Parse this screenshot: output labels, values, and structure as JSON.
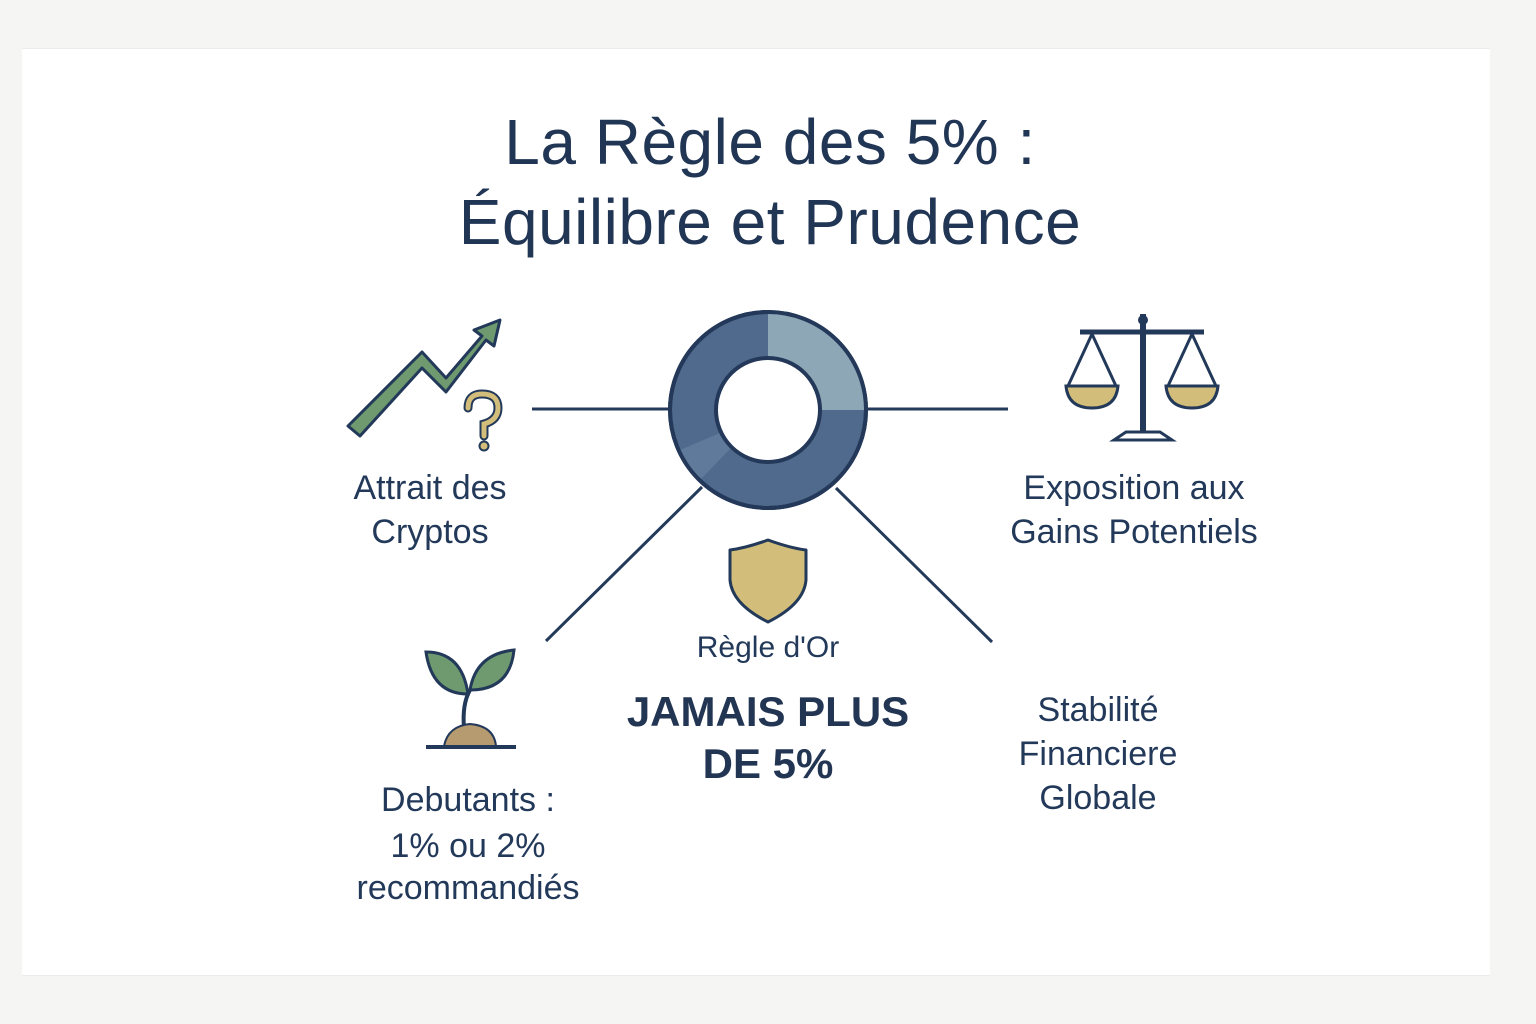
{
  "title": {
    "line1": "La Règle des 5% :",
    "line2": "Équilibre et Prudence"
  },
  "nodes": {
    "attrait": {
      "line1": "Attrait des",
      "line2": "Cryptos",
      "icon": "growth-arrow-question-icon"
    },
    "exposition": {
      "line1": "Exposition aux",
      "line2": "Gains Potentiels",
      "icon": "balance-scale-icon"
    },
    "debutants": {
      "line1": "Debutants :",
      "line2": "1% ou 2%",
      "line3": "recommandiés",
      "icon": "sprout-icon"
    },
    "regle": {
      "label": "Règle d'Or",
      "headline1": "JAMAIS PLUS",
      "headline2": "DE 5%",
      "icon": "shield-icon"
    },
    "stabilite": {
      "line1": "Stabilité",
      "line2": "Financiere",
      "line3": "Globale"
    },
    "center": {
      "icon": "donut-ring-icon"
    }
  },
  "colors": {
    "navy": "#223553",
    "ring": "#4f6a8c",
    "ring_light": "#8ea7b7",
    "green": "#6f9a6f",
    "gold": "#d2bd7a",
    "soil": "#b69a70",
    "line": "#243a5a"
  }
}
